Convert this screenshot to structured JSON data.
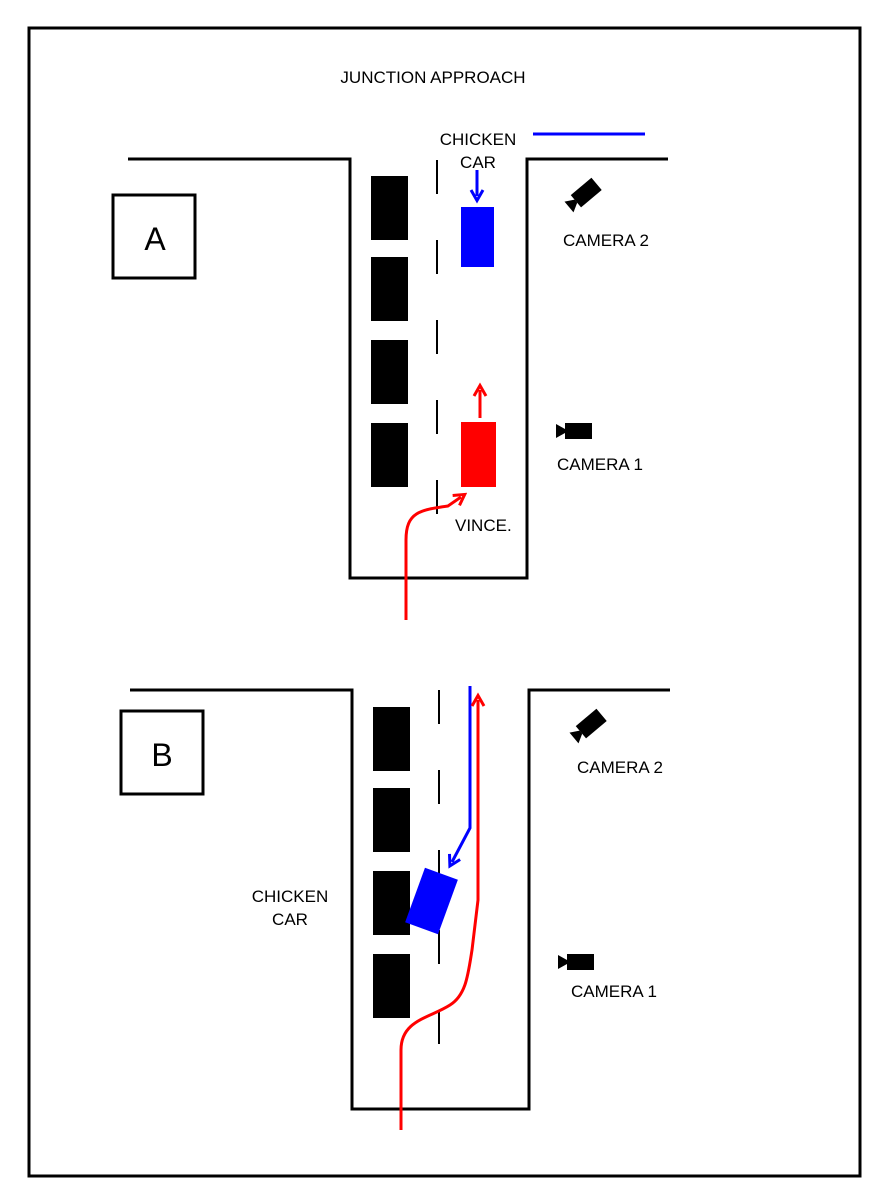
{
  "title": "JUNCTION APPROACH",
  "colors": {
    "chicken_car": "#0000ff",
    "vince_car": "#ff0000",
    "parked_car": "#000000",
    "road_edge": "#000000",
    "frame": "#000000"
  },
  "panels": [
    {
      "id": "A",
      "label": "A",
      "chicken_car_label": [
        "CHICKEN",
        "CAR"
      ],
      "vince_label": "VINCE.",
      "camera_1_label": "CAMERA 1",
      "camera_2_label": "CAMERA 2",
      "camera_1_icon": "video-camera-icon",
      "camera_2_icon": "video-camera-icon"
    },
    {
      "id": "B",
      "label": "B",
      "chicken_car_label": [
        "CHICKEN",
        "CAR"
      ],
      "camera_1_label": "CAMERA 1",
      "camera_2_label": "CAMERA 2",
      "camera_1_icon": "video-camera-icon",
      "camera_2_icon": "video-camera-icon"
    }
  ]
}
